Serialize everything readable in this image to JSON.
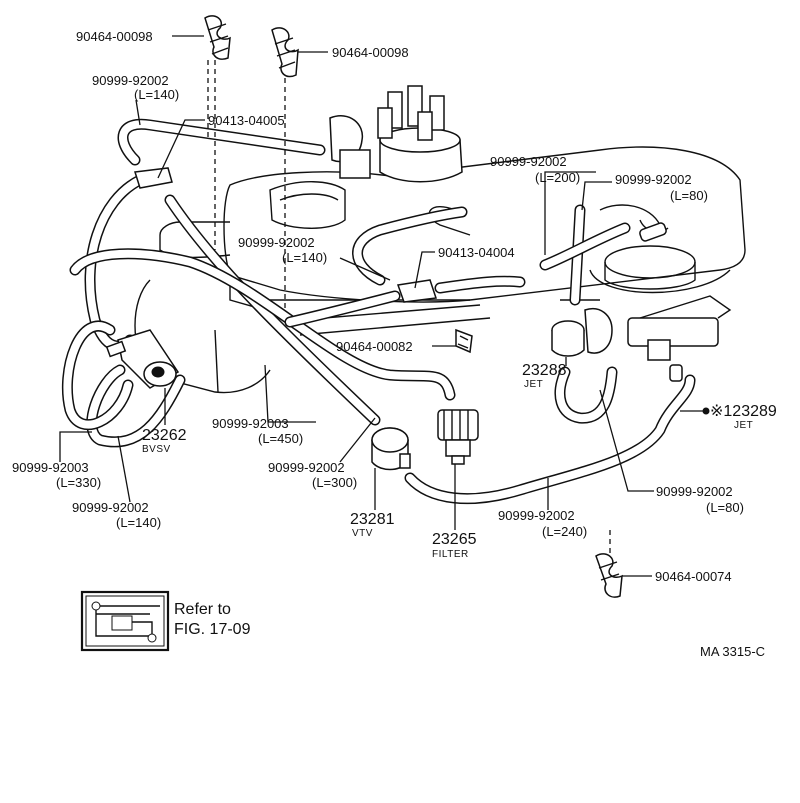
{
  "labels": {
    "clamp_top_left": "90464-00098",
    "clamp_top_right": "90464-00098",
    "hose_top_left": "90999-92002",
    "hose_top_left_len": "(L=140)",
    "joint_upper": "90413-04005",
    "hose_center_right": "90999-92002",
    "hose_center_right_len": "(L=200)",
    "hose_right_top": "90999-92002",
    "hose_right_top_len": "(L=80)",
    "hose_center": "90999-92002",
    "hose_center_len": "(L=140)",
    "joint_lower": "90413-04004",
    "clamp_mid": "90464-00082",
    "jet_23288_no": "23288",
    "jet_23288_name": "JET",
    "jet_123289_no": "※123289",
    "jet_123289_name": "JET",
    "hose_mid_long": "90999-92003",
    "hose_mid_long_len": "(L=450)",
    "bvsv_no": "23262",
    "bvsv_name": "BVSV",
    "hose_left_bottom": "90999-92003",
    "hose_left_bottom_len": "(L=330)",
    "hose_left_bottom2": "90999-92002",
    "hose_left_bottom2_len": "(L=140)",
    "hose_vtv": "90999-92002",
    "hose_vtv_len": "(L=300)",
    "vtv_no": "23281",
    "vtv_name": "VTV",
    "filter_no": "23265",
    "filter_name": "FILTER",
    "hose_bottom": "90999-92002",
    "hose_bottom_len": "(L=240)",
    "hose_right_bottom": "90999-92002",
    "hose_right_bottom_len": "(L=80)",
    "clamp_bottom": "90464-00074",
    "refer_line1": "Refer to",
    "refer_line2": "FIG. 17-09",
    "diagram_code": "MA 3315-C"
  }
}
